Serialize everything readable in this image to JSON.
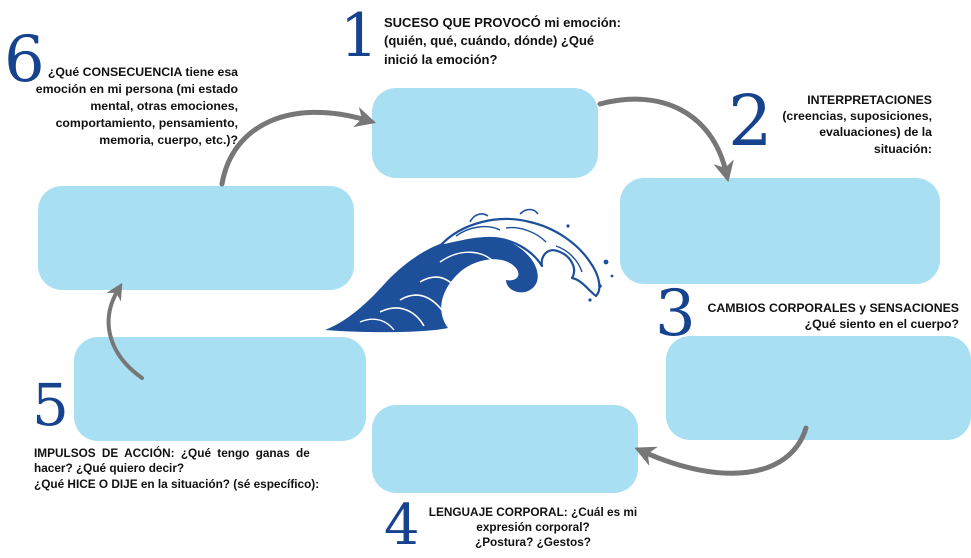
{
  "steps": [
    {
      "number": "1",
      "lines": [
        "SUCESO QUE PROVOCÓ mi emoción:",
        "(quién, qué, cuándo, dónde) ¿Qué",
        "inició la emoción?"
      ]
    },
    {
      "number": "2",
      "lines": [
        "INTERPRETACIONES",
        "(creencias, suposiciones,",
        "evaluaciones) de la",
        "situación:"
      ]
    },
    {
      "number": "3",
      "lines": [
        "CAMBIOS CORPORALES y SENSACIONES",
        "¿Qué siento en el cuerpo?"
      ]
    },
    {
      "number": "4",
      "lines": [
        "LENGUAJE CORPORAL: ¿Cuál es mi",
        "expresión corporal?",
        "¿Postura? ¿Gestos?"
      ]
    },
    {
      "number": "5",
      "lines": [
        "IMPULSOS DE ACCIÓN: ¿Qué tengo ganas de",
        "hacer? ¿Qué quiero decir?",
        "¿Qué HICE O DIJE en la situación? (sé específico):"
      ]
    },
    {
      "number": "6",
      "lines": [
        "¿Qué CONSECUENCIA tiene esa",
        "emoción en mi persona (mi estado",
        "mental, otras emociones,",
        "comportamiento, pensamiento,",
        "memoria, cuerpo, etc.)?"
      ]
    }
  ],
  "colors": {
    "box": "#a9dff2",
    "number": "#17438e",
    "arrow": "#777777",
    "wave": "#1d4f9a"
  },
  "icons": {
    "center": "wave-icon"
  }
}
